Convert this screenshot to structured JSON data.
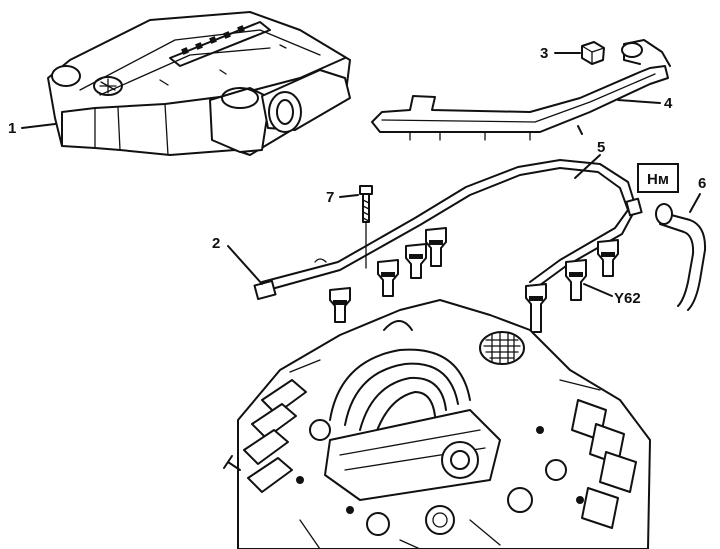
{
  "labels": {
    "l1": "1",
    "l2": "2",
    "l3": "3",
    "l4": "4",
    "l5": "5",
    "l6": "6",
    "l7": "7",
    "y62": "Y62"
  },
  "torque_badge": "Нм",
  "icons": {
    "engine_cover": "engine-cover-part",
    "fuel_rail": "fuel-rail-part",
    "injector": "fuel-injector-part",
    "engine": "engine-block-part"
  }
}
